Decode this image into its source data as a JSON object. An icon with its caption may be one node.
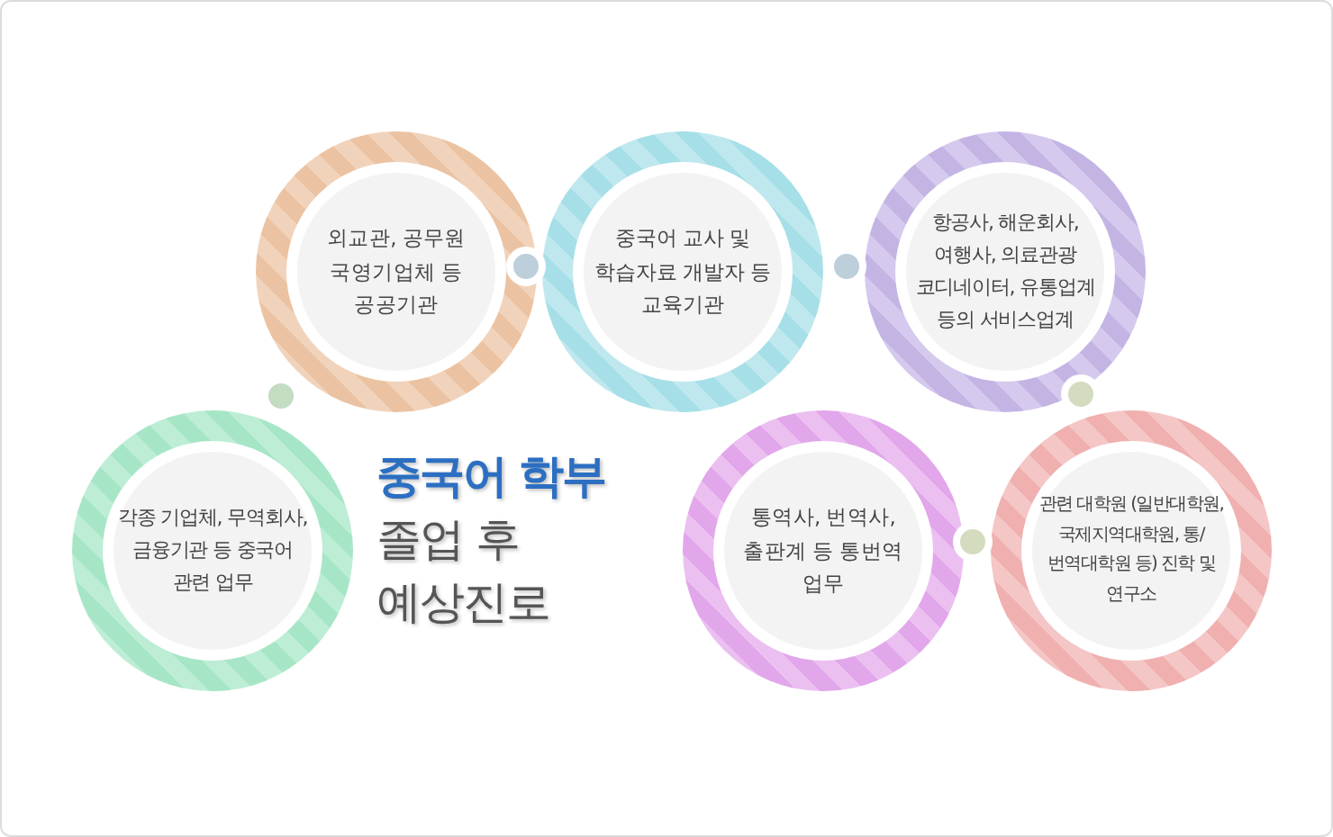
{
  "diagram": {
    "title": "중국어 학부 졸업 후 예상진로",
    "nodes": [
      {
        "text": [
          "외교관, 공무원 국영기업체 등 공공기관"
        ]
      },
      {
        "text": [
          "중국어 교사 및 학습자료 개발자 등 교육기관"
        ]
      },
      {
        "text": [
          "항공사, 해운회사, 여행사, 의료관광 코디네이터, 유통업계 등의 서비스업계"
        ]
      },
      {
        "text": [
          "각종 기업체, 무역회사, 금융기관 등 중국어 관련 업무"
        ]
      },
      {
        "text": [
          "통역사, 번역사, 출판계 등 통번역 업무"
        ]
      },
      {
        "text": [
          "관련 대학원 (일반대학원,국제지역대학원, 통/번역대학원 등) 진학 및 연구소"
        ]
      }
    ]
  }
}
